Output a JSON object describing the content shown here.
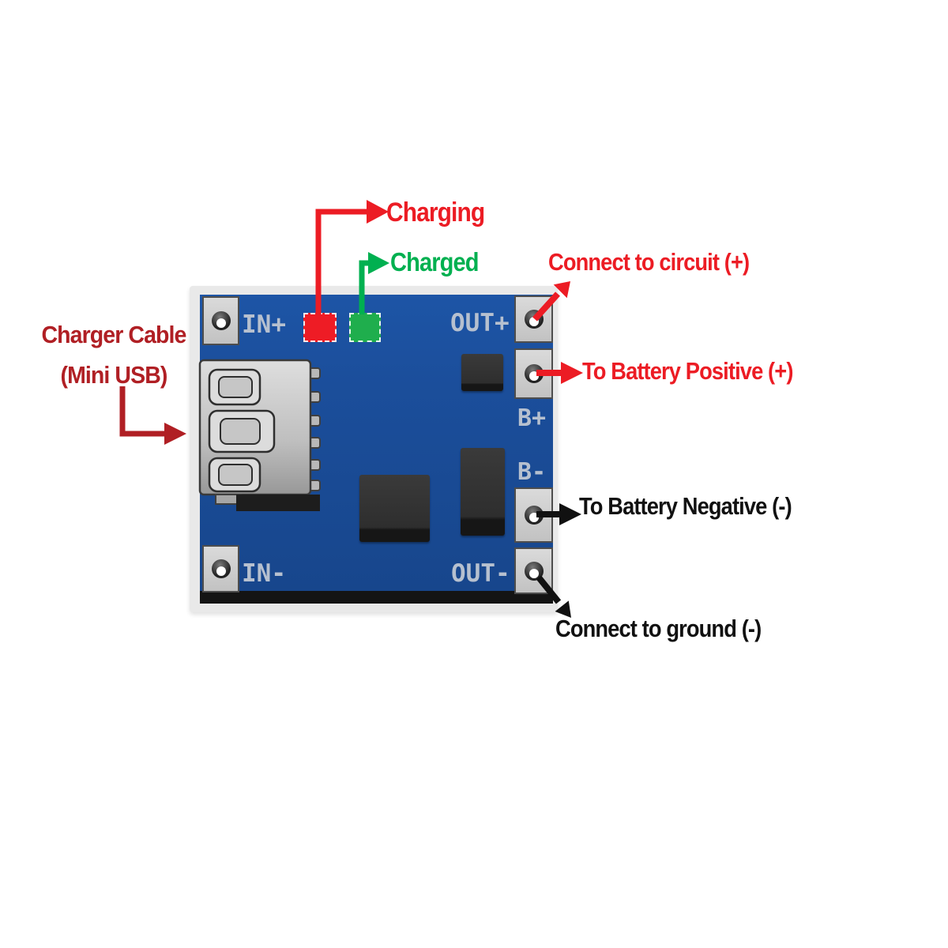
{
  "annotations": {
    "charging": "Charging",
    "charged": "Charged",
    "connect_circuit": "Connect to circuit (+)",
    "battery_positive": "To Battery Positive (+)",
    "battery_negative": "To Battery Negative (-)",
    "connect_ground": "Connect to ground (-)",
    "charger_cable_line1": "Charger Cable",
    "charger_cable_line2": "(Mini USB)"
  },
  "board": {
    "labels": {
      "in_plus": "IN+",
      "out_plus": "OUT+",
      "b_plus": "B+",
      "b_minus": "B-",
      "in_minus": "IN-",
      "out_minus": "OUT-"
    },
    "leds": [
      {
        "name": "charging-led",
        "color": "#ee1c25"
      },
      {
        "name": "charged-led",
        "color": "#1fae4d"
      }
    ]
  },
  "colors": {
    "annotation_red": "#ec1c24",
    "annotation_green": "#00b050",
    "annotation_black": "#111111",
    "annotation_dark_red": "#b01f24",
    "board_blue": "#1b4e9b",
    "pad_gray": "#cdcdcd",
    "silkscreen_gray": "#b6c0cf",
    "chip_black": "#2e2e2e",
    "backdrop_gray": "#e9e9e9"
  }
}
